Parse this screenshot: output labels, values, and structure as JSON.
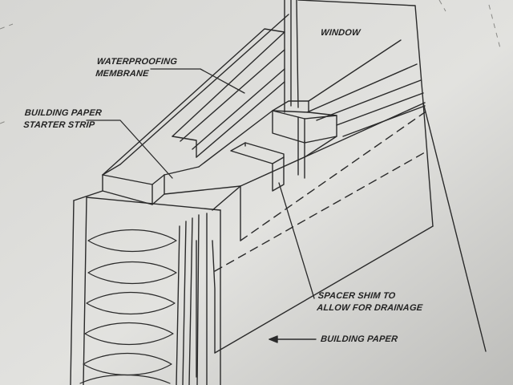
{
  "labels": {
    "window": "WINDOW",
    "waterproofing_membrane": [
      "WATERPROOFING",
      "MEMBRANE"
    ],
    "building_paper_starter_strip": [
      "BUILDING PAPER",
      "STARTER STRIP"
    ],
    "spacer_shim": [
      "SPACER SHIM TO",
      "ALLOW FOR DRAINAGE"
    ],
    "building_paper": "BUILDING PAPER"
  },
  "colors": {
    "paper": "#dcdcd9",
    "ink": "#2a2a2a",
    "shadow": "#9a9a96"
  }
}
